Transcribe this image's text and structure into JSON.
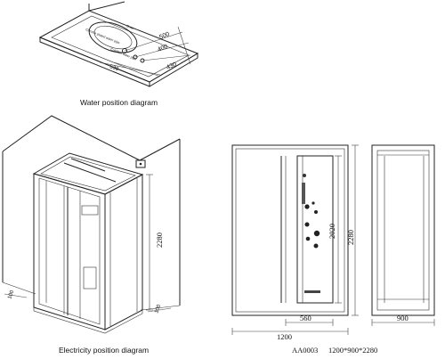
{
  "captions": {
    "water": "Water position diagram",
    "electricity": "Electricity position diagram"
  },
  "water_diagram": {
    "dims": [
      "500",
      "430",
      "400",
      "530"
    ],
    "notes": [
      "Chrome plated water pipe",
      "Cold/hot water pipe",
      "Drain"
    ]
  },
  "electricity_diagram": {
    "height": "2280",
    "left_offset": "100",
    "right_offset": "100"
  },
  "front_view": {
    "inner_height": "2020",
    "outer_height": "2280",
    "bottom_dim": "560",
    "width": "1200"
  },
  "side_view": {
    "width": "900"
  },
  "model": {
    "code": "AA0003",
    "size": "1200*900*2280"
  }
}
